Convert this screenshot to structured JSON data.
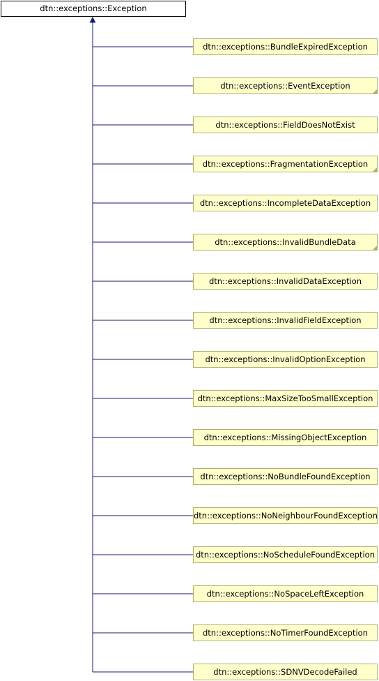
{
  "base_class": "dtn::exceptions::Exception",
  "derived_classes": [
    {
      "label": "dtn::exceptions::BundleExpiredException",
      "folded": false
    },
    {
      "label": "dtn::exceptions::EventException",
      "folded": true
    },
    {
      "label": "dtn::exceptions::FieldDoesNotExist",
      "folded": false
    },
    {
      "label": "dtn::exceptions::FragmentationException",
      "folded": true
    },
    {
      "label": "dtn::exceptions::IncompleteDataException",
      "folded": false
    },
    {
      "label": "dtn::exceptions::InvalidBundleData",
      "folded": true
    },
    {
      "label": "dtn::exceptions::InvalidDataException",
      "folded": false
    },
    {
      "label": "dtn::exceptions::InvalidFieldException",
      "folded": false
    },
    {
      "label": "dtn::exceptions::InvalidOptionException",
      "folded": false
    },
    {
      "label": "dtn::exceptions::MaxSizeTooSmallException",
      "folded": false
    },
    {
      "label": "dtn::exceptions::MissingObjectException",
      "folded": false
    },
    {
      "label": "dtn::exceptions::NoBundleFoundException",
      "folded": false
    },
    {
      "label": "dtn::exceptions::NoNeighbourFoundException",
      "folded": false
    },
    {
      "label": "dtn::exceptions::NoScheduleFoundException",
      "folded": false
    },
    {
      "label": "dtn::exceptions::NoSpaceLeftException",
      "folded": false
    },
    {
      "label": "dtn::exceptions::NoTimerFoundException",
      "folded": false
    },
    {
      "label": "dtn::exceptions::SDNVDecodeFailed",
      "folded": false
    }
  ],
  "colors": {
    "edge": "#191970",
    "base_fill": "#ffffff",
    "base_border": "#000000",
    "derived_fill": "#ffffcc",
    "derived_border": "#b0b070"
  }
}
